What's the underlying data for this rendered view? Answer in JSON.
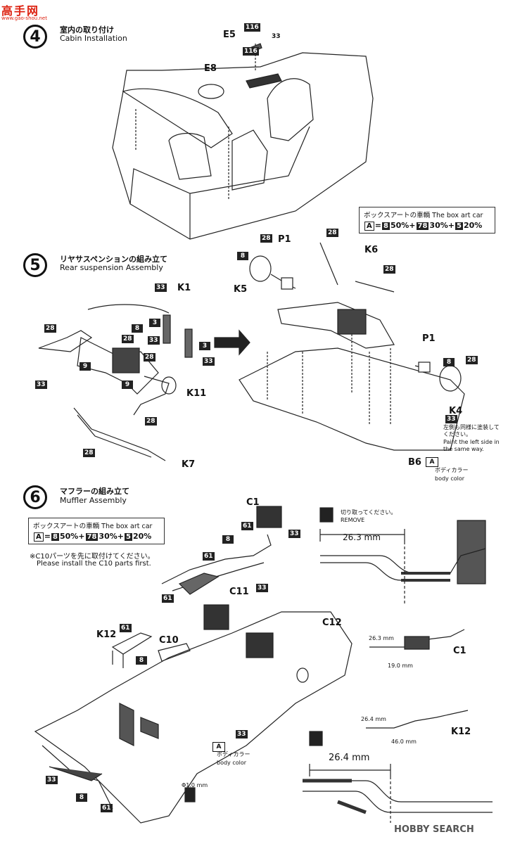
{
  "header": {
    "site_logo_text": "高手网",
    "site_url": "www.gao-shou.net"
  },
  "step4": {
    "number": "4",
    "title_ja": "室内の取り付け",
    "title_en": "Cabin Installation",
    "parts": [
      "E5",
      "E8"
    ],
    "callouts": [
      "116",
      "116",
      "33"
    ]
  },
  "color_box_step5": {
    "title": "ボックスアートの車輌 The box art car",
    "code": "A",
    "formula": [
      "8",
      "50%",
      "78",
      "30%",
      "5",
      "20%"
    ]
  },
  "step5": {
    "number": "5",
    "title_ja": "リヤサスペンションの組み立て",
    "title_en": "Rear suspension Assembly",
    "parts": [
      "K1",
      "K11",
      "K7",
      "K5",
      "K6",
      "P1",
      "P1",
      "K4",
      "B6"
    ],
    "callouts": [
      "33",
      "3",
      "33",
      "3",
      "33",
      "28",
      "8",
      "9",
      "28",
      "33",
      "28",
      "9",
      "28",
      "28",
      "28",
      "8",
      "28",
      "28",
      "8",
      "28",
      "33"
    ],
    "note_ja": "左側も同様に塗装してください。",
    "note_en": "Paint the left side in the same way.",
    "body_code": "A",
    "body_color_ja": "ボディカラー",
    "body_color_en": "body color"
  },
  "step6": {
    "number": "6",
    "title_ja": "マフラーの組み立て",
    "title_en": "Muffler Assembly",
    "color_box": {
      "title": "ボックスアートの車輌 The box art car",
      "code": "A",
      "formula": [
        "8",
        "50%",
        "78",
        "30%",
        "5",
        "20%"
      ]
    },
    "note_ja": "※C10パーツを先に取付けてください。",
    "note_en": "Please install the C10 parts first.",
    "parts": [
      "C1",
      "C11",
      "C12",
      "C10",
      "K12"
    ],
    "callouts": [
      "61",
      "8",
      "61",
      "61",
      "33",
      "33",
      "61",
      "8",
      "33",
      "33",
      "8",
      "61"
    ],
    "body_code": "A",
    "body_color_ja": "ボディカラー",
    "body_color_en": "body color",
    "drill": "Φ1.0 mm",
    "cut": {
      "label_ja": "切り取ってください。",
      "label_en": "REMOVE",
      "dim_top": "26.3 mm",
      "c1_dim_a": "26.3 mm",
      "c1_dim_b": "19.0 mm",
      "c1_label": "C1",
      "k12_dim_a": "26.4 mm",
      "k12_dim_b": "46.0 mm",
      "k12_label": "K12",
      "dim_bottom": "26.4 mm"
    }
  },
  "footer": {
    "brand": "HOBBY SEARCH"
  }
}
